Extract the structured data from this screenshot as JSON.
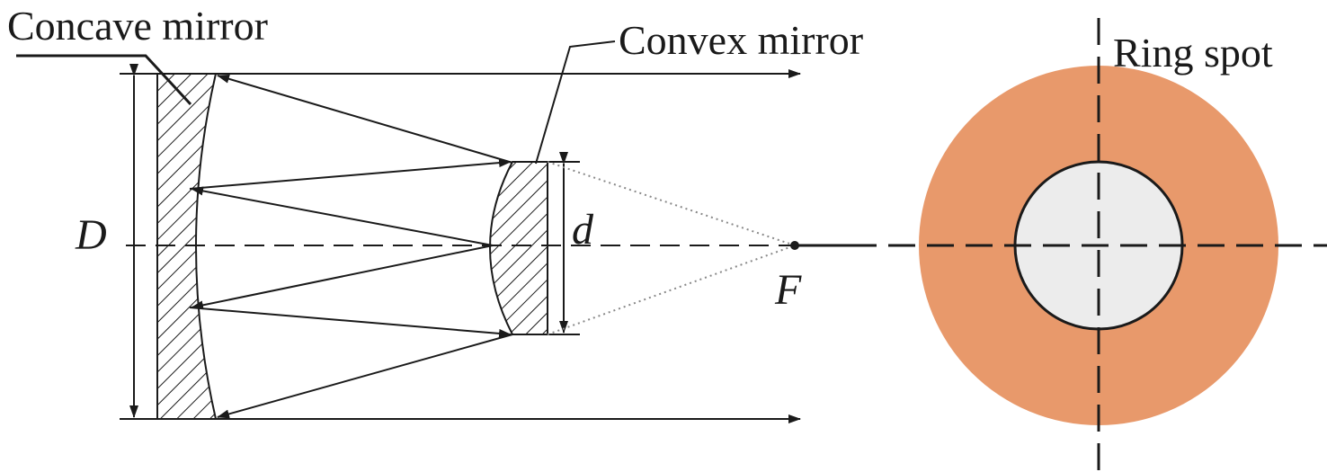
{
  "labels": {
    "concave_mirror": "Concave mirror",
    "convex_mirror": "Convex mirror",
    "ring_spot": "Ring spot",
    "big_diameter": "D",
    "small_diameter": "d",
    "focus": "F"
  },
  "colors": {
    "ink": "#1a1a1a",
    "ring": "#e8996b",
    "spot_center": "#ececec",
    "background": "#ffffff"
  }
}
